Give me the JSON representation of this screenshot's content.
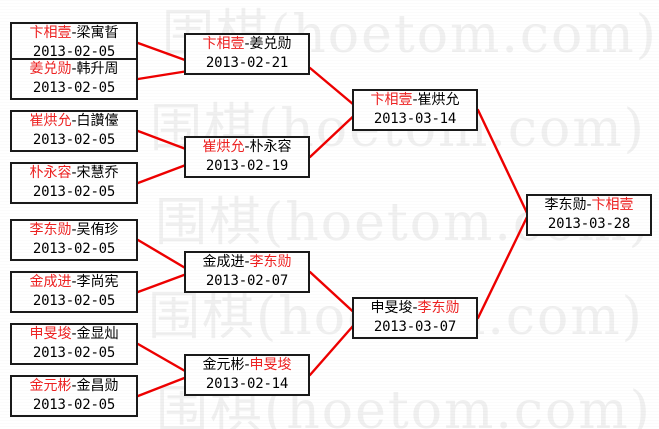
{
  "diagram": {
    "type": "single-elimination-bracket",
    "winner_color": "#ee2222",
    "loser_color": "#000000",
    "box_border_color": "#1a1a1a",
    "edge_color": "#ee0000",
    "background": "#ffffff"
  },
  "watermark": {
    "text": "围棋(hoetom.com)",
    "color": "#f0f0f0"
  },
  "separator": "-",
  "rounds": [
    {
      "name": "round-1",
      "matches": [
        {
          "id": "r1m1",
          "winner": "卞相壹",
          "loser": "梁寓晢",
          "date": "2013-02-05",
          "winner_side": "left"
        },
        {
          "id": "r1m2",
          "winner": "姜兑勋",
          "loser": "韩升周",
          "date": "2013-02-05",
          "winner_side": "left"
        },
        {
          "id": "r1m3",
          "winner": "崔烘允",
          "loser": "白讚儓",
          "date": "2013-02-05",
          "winner_side": "left"
        },
        {
          "id": "r1m4",
          "winner": "朴永容",
          "loser": "宋慧乔",
          "date": "2013-02-05",
          "winner_side": "left"
        },
        {
          "id": "r1m5",
          "winner": "李东勋",
          "loser": "吴侑珍",
          "date": "2013-02-05",
          "winner_side": "left"
        },
        {
          "id": "r1m6",
          "winner": "金成进",
          "loser": "李尚宪",
          "date": "2013-02-05",
          "winner_side": "left"
        },
        {
          "id": "r1m7",
          "winner": "申旻埈",
          "loser": "金显灿",
          "date": "2013-02-05",
          "winner_side": "left"
        },
        {
          "id": "r1m8",
          "winner": "金元彬",
          "loser": "金昌勋",
          "date": "2013-02-05",
          "winner_side": "left"
        }
      ]
    },
    {
      "name": "round-2",
      "matches": [
        {
          "id": "r2m1",
          "winner": "卞相壹",
          "loser": "姜兑勋",
          "date": "2013-02-21",
          "winner_side": "left"
        },
        {
          "id": "r2m2",
          "winner": "崔烘允",
          "loser": "朴永容",
          "date": "2013-02-19",
          "winner_side": "left"
        },
        {
          "id": "r2m3",
          "winner": "李东勋",
          "loser": "金成进",
          "date": "2013-02-07",
          "winner_side": "right"
        },
        {
          "id": "r2m4",
          "winner": "申旻埈",
          "loser": "金元彬",
          "date": "2013-02-14",
          "winner_side": "right"
        }
      ]
    },
    {
      "name": "semifinal",
      "matches": [
        {
          "id": "r3m1",
          "winner": "卞相壹",
          "loser": "崔烘允",
          "date": "2013-03-14",
          "winner_side": "left"
        },
        {
          "id": "r3m2",
          "winner": "李东勋",
          "loser": "申旻埈",
          "date": "2013-03-07",
          "winner_side": "right"
        }
      ]
    },
    {
      "name": "final",
      "matches": [
        {
          "id": "r4m1",
          "winner": "卞相壹",
          "loser": "李东勋",
          "date": "2013-03-28",
          "winner_side": "right"
        }
      ]
    }
  ]
}
